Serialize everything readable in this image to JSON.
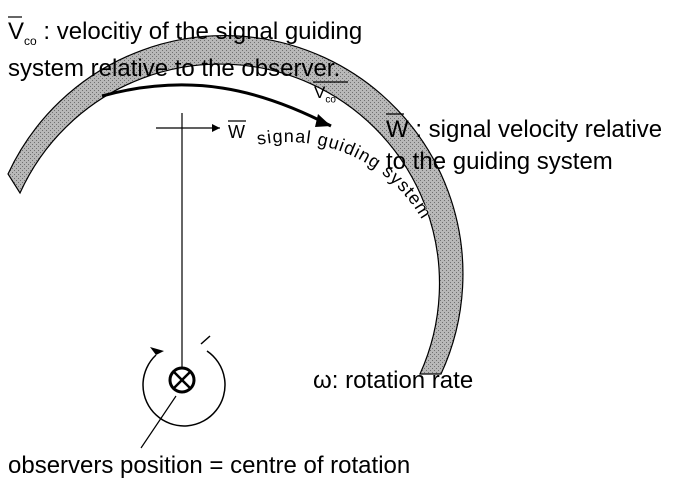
{
  "labels": {
    "vco_line1": "velocitiy of the signal guiding",
    "vco_line2": "system relative to the observer.",
    "vco_symbol": "V",
    "vco_subscript": "co",
    "w_line1": "signal velocity relative",
    "w_line2": "to the guiding system",
    "w_symbol": "W",
    "omega_symbol": "ω",
    "omega_label": ": rotation rate",
    "observer_label": "observers position = centre of rotation",
    "guide_text": "signal guiding system"
  },
  "colors": {
    "ink": "#000000",
    "guide_fill": "#a7a7a7",
    "background": "#ffffff"
  }
}
